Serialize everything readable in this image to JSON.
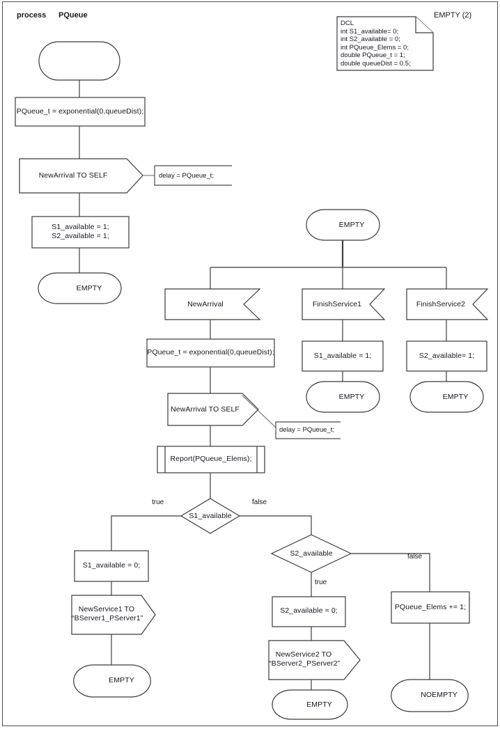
{
  "header": {
    "keyword": "process",
    "name": "PQueue",
    "page_label": "EMPTY (2)"
  },
  "declaration": {
    "title": "DCL",
    "lines": [
      "DCL",
      "int S1_available= 0;",
      "int S2_available = 0;",
      "int PQueue_Elems = 0;",
      "double PQueue_t = 1;",
      "double queueDist = 0.5;"
    ],
    "text": "DCL\nint S1_available= 0;\nint S2_available = 0;\nint PQueue_Elems = 0;\ndouble PQueue_t = 1;\ndouble queueDist = 0.5;"
  },
  "start_branch": {
    "start_label": "",
    "task_init": "PQueue_t = exponential(0,queueDist);",
    "output_newarrival": "NewArrival TO SELF",
    "comment_delay": "delay = PQueue_t;",
    "task_avail": "S1_available = 1;\nS2_available = 1;",
    "nextstate": "EMPTY"
  },
  "empty_state": {
    "state": "EMPTY",
    "inputs": [
      {
        "name": "input-newarrival",
        "label": "NewArrival"
      },
      {
        "name": "input-finishservice1",
        "label": "FinishService1"
      },
      {
        "name": "input-finishservice2",
        "label": "FinishService2"
      }
    ]
  },
  "newarrival_branch": {
    "task_exponential": "PQueue_t = exponential(0,queueDist);",
    "output_self": "NewArrival TO SELF",
    "comment_delay": "delay = PQueue_t;",
    "procedure_report": "Report(PQueue_Elems);",
    "decision_s1": "S1_available",
    "decision_s1_true": "true",
    "decision_s1_false": "false",
    "task_s1_zero": "S1_available = 0;",
    "output_service1": "NewService1 TO\n“BServer1_PServer1”",
    "nextstate_s1": "EMPTY",
    "decision_s2": "S2_available",
    "decision_s2_true": "true",
    "decision_s2_false": "false",
    "task_s2_zero": "S2_available = 0;",
    "output_service2": "NewService2 TO\n“BServer2_PServer2”",
    "nextstate_s2": "EMPTY",
    "task_enqueue": "PQueue_Elems += 1;",
    "nextstate_noempty": "NOEMPTY"
  },
  "finishservice1_branch": {
    "task": "S1_available = 1;",
    "nextstate": "EMPTY"
  },
  "finishservice2_branch": {
    "task": "S2_available= 1;",
    "nextstate": "EMPTY"
  },
  "colors": {
    "stroke": "#3a3a3a",
    "connector": "#595959",
    "text": "#14141e",
    "background": "#ffffff"
  }
}
